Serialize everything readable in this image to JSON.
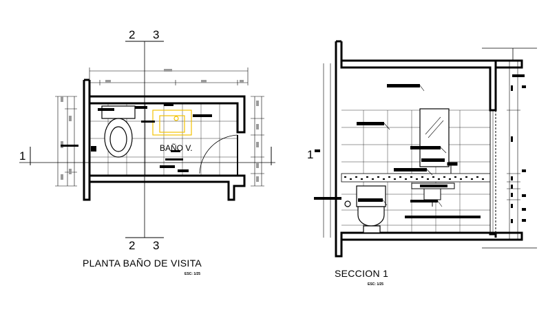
{
  "plan": {
    "title": "PLANTA BAÑO DE VISITA",
    "scale": "ESC: 1/25",
    "room_label": "BAÑO V.",
    "axis_top_left": "2",
    "axis_top_right": "3",
    "axis_bottom_left": "2",
    "axis_bottom_right": "3",
    "axis_side": "1"
  },
  "section": {
    "title": "SECCION 1",
    "scale": "ESC: 1/25",
    "axis_side": "1"
  },
  "colors": {
    "line": "#000000",
    "fixture_highlight": "#f2c200",
    "annotation_gray": "#9a9a9a"
  }
}
